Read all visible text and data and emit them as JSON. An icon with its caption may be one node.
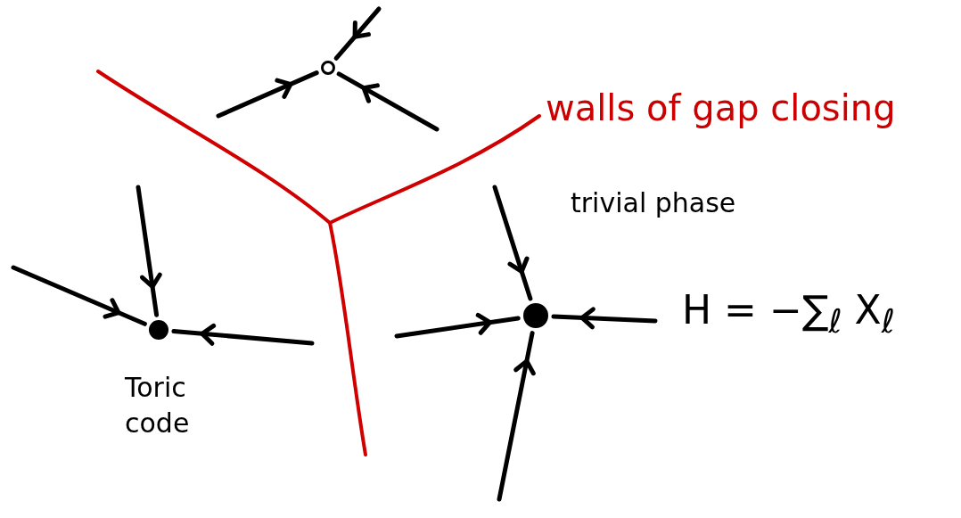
{
  "diagram": {
    "nodes": [
      {
        "text": [],
        "shape": "circle"
      },
      {
        "text": [],
        "shape": "circle",
        "beside": [
          "Toric code"
        ]
      },
      {
        "text": [],
        "shape": "circle",
        "beside": [
          "trivial phase"
        ]
      }
    ],
    "edges": [
      {
        "from": null,
        "to": 0,
        "arrow": "to"
      },
      {
        "from": null,
        "to": 0,
        "arrow": "to"
      },
      {
        "from": null,
        "to": 0,
        "arrow": "to"
      },
      {
        "from": null,
        "to": 1,
        "arrow": "to"
      },
      {
        "from": null,
        "to": 1,
        "arrow": "to"
      },
      {
        "from": null,
        "to": 1,
        "arrow": "to"
      },
      {
        "from": null,
        "to": 2,
        "arrow": "to"
      },
      {
        "from": null,
        "to": 2,
        "arrow": "to"
      },
      {
        "from": null,
        "to": 2,
        "arrow": "to"
      },
      {
        "from": null,
        "to": 2,
        "arrow": "to"
      }
    ],
    "labels": [
      "walls of gap closing",
      "H = −∑$_{ℓ}$ X$_{ℓ}$"
    ]
  }
}
